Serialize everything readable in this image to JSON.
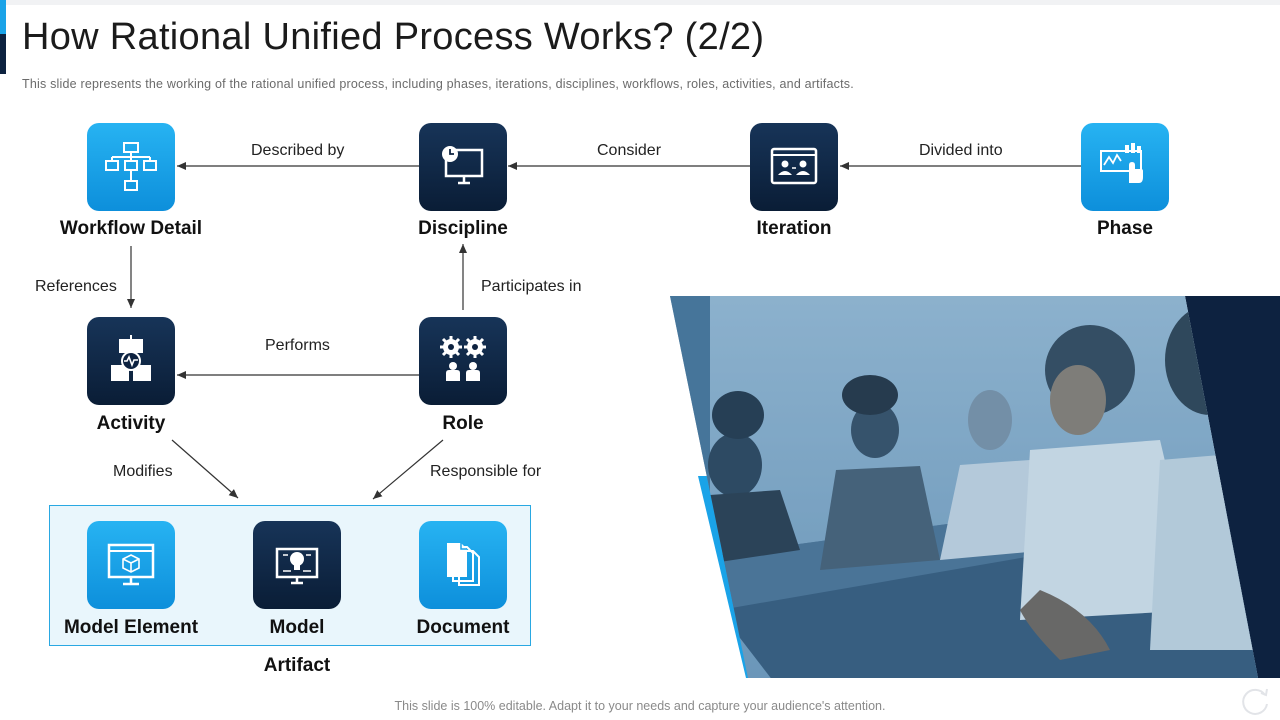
{
  "header": {
    "title": "How Rational Unified Process Works? (2/2)",
    "subtitle": "This slide represents the working of the rational unified process, including phases, iterations, disciplines, workflows, roles, activities, and artifacts."
  },
  "nodes": {
    "workflow_detail": {
      "label": "Workflow Detail",
      "icon": "org-chart-icon"
    },
    "discipline": {
      "label": "Discipline",
      "icon": "monitor-clock-icon"
    },
    "iteration": {
      "label": "Iteration",
      "icon": "video-call-icon"
    },
    "phase": {
      "label": "Phase",
      "icon": "timeline-hand-icon"
    },
    "activity": {
      "label": "Activity",
      "icon": "activity-blocks-icon"
    },
    "role": {
      "label": "Role",
      "icon": "gears-people-icon"
    },
    "model_element": {
      "label": "Model Element",
      "icon": "monitor-cube-icon"
    },
    "model": {
      "label": "Model",
      "icon": "monitor-idea-icon"
    },
    "document": {
      "label": "Document",
      "icon": "documents-icon"
    }
  },
  "edges": {
    "described_by": "Described by",
    "consider": "Consider",
    "divided_into": "Divided into",
    "references": "References",
    "participates_in": "Participates in",
    "performs": "Performs",
    "modifies": "Modifies",
    "responsible_for": "Responsible for"
  },
  "artifact_group": {
    "label": "Artifact"
  },
  "footer": {
    "text": "This slide is 100% editable. Adapt it to your needs and capture your audience's attention."
  },
  "colors": {
    "light_tile": "#1aa3e8",
    "dark_tile": "#0d2240",
    "artifact_border": "#29a8e2",
    "photo_tint": "#5d8fb3"
  }
}
